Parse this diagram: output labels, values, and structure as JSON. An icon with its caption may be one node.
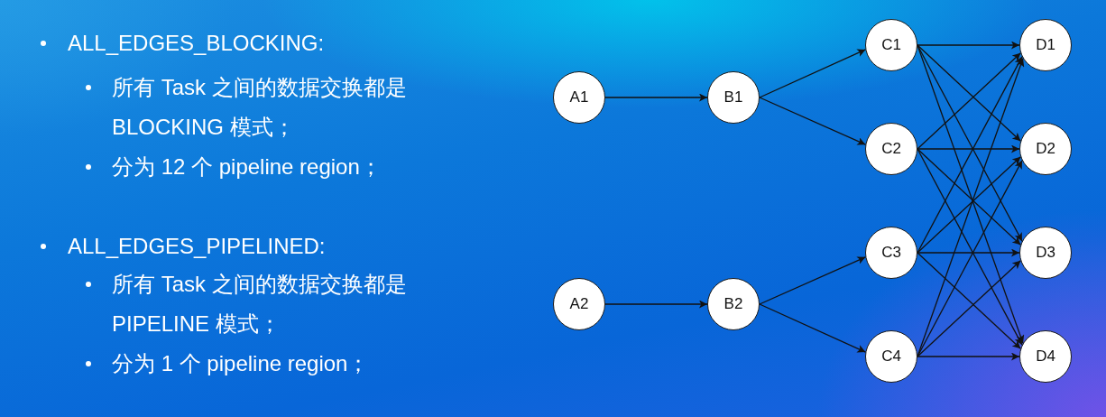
{
  "diagram": {
    "nodes": [
      {
        "text": [
          "A1"
        ]
      },
      {
        "text": [
          "A2"
        ]
      },
      {
        "text": [
          "B1"
        ]
      },
      {
        "text": [
          "B2"
        ]
      },
      {
        "text": [
          "C1"
        ]
      },
      {
        "text": [
          "C2"
        ]
      },
      {
        "text": [
          "C3"
        ]
      },
      {
        "text": [
          "C4"
        ]
      },
      {
        "text": [
          "D1"
        ]
      },
      {
        "text": [
          "D2"
        ]
      },
      {
        "text": [
          "D3"
        ]
      },
      {
        "text": [
          "D4"
        ]
      }
    ],
    "edges": [
      {
        "from": 0,
        "to": 2,
        "arrow": "to"
      },
      {
        "from": 1,
        "to": 3,
        "arrow": "to"
      },
      {
        "from": 2,
        "to": 4,
        "arrow": "to"
      },
      {
        "from": 2,
        "to": 5,
        "arrow": "to"
      },
      {
        "from": 3,
        "to": 6,
        "arrow": "to"
      },
      {
        "from": 3,
        "to": 7,
        "arrow": "to"
      },
      {
        "from": 4,
        "to": 8,
        "arrow": "to"
      },
      {
        "from": 4,
        "to": 9,
        "arrow": "to"
      },
      {
        "from": 4,
        "to": 10,
        "arrow": "to"
      },
      {
        "from": 4,
        "to": 11,
        "arrow": "to"
      },
      {
        "from": 5,
        "to": 8,
        "arrow": "to"
      },
      {
        "from": 5,
        "to": 9,
        "arrow": "to"
      },
      {
        "from": 5,
        "to": 10,
        "arrow": "to"
      },
      {
        "from": 5,
        "to": 11,
        "arrow": "to"
      },
      {
        "from": 6,
        "to": 8,
        "arrow": "to"
      },
      {
        "from": 6,
        "to": 9,
        "arrow": "to"
      },
      {
        "from": 6,
        "to": 10,
        "arrow": "to"
      },
      {
        "from": 6,
        "to": 11,
        "arrow": "to"
      },
      {
        "from": 7,
        "to": 8,
        "arrow": "to"
      },
      {
        "from": 7,
        "to": 9,
        "arrow": "to"
      },
      {
        "from": 7,
        "to": 10,
        "arrow": "to"
      },
      {
        "from": 7,
        "to": 11,
        "arrow": "to"
      }
    ],
    "labels": [
      "ALL_EDGES_BLOCKING:",
      "所有 Task 之间的数据交换都是 BLOCKING 模式；",
      "分为 12 个 pipeline region；",
      "ALL_EDGES_PIPELINED:",
      "所有 Task 之间的数据交换都是 PIPELINE 模式；",
      "分为 1 个 pipeline region；"
    ]
  }
}
